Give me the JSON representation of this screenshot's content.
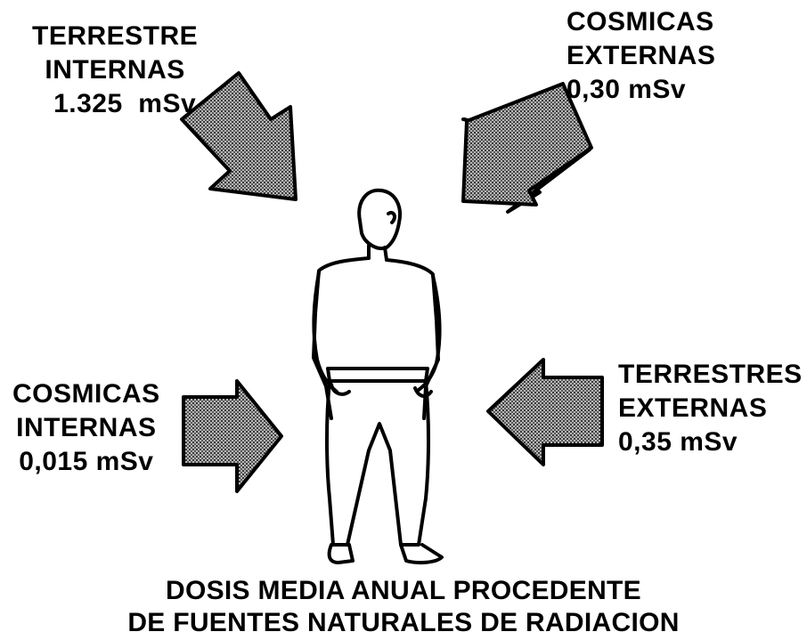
{
  "sources": {
    "terrestre_internas": {
      "line1": "TERRESTRE",
      "line2": "INTERNAS",
      "dose": "1.325  mSv"
    },
    "cosmicas_externas": {
      "line1": "COSMICAS",
      "line2": "EXTERNAS",
      "dose": "0,30 mSv"
    },
    "cosmicas_internas": {
      "line1": "COSMICAS",
      "line2": "INTERNAS",
      "dose": "0,015 mSv"
    },
    "terrestres_externas": {
      "line1": "TERRESTRES",
      "line2": "EXTERNAS",
      "dose": "0,35 mSv"
    }
  },
  "caption": {
    "line1": "DOSIS MEDIA ANUAL PROCEDENTE",
    "line2": "DE FUENTES NATURALES DE RADIACION"
  },
  "colors": {
    "arrow_fill": "#8a8a8a",
    "outline": "#000000"
  }
}
